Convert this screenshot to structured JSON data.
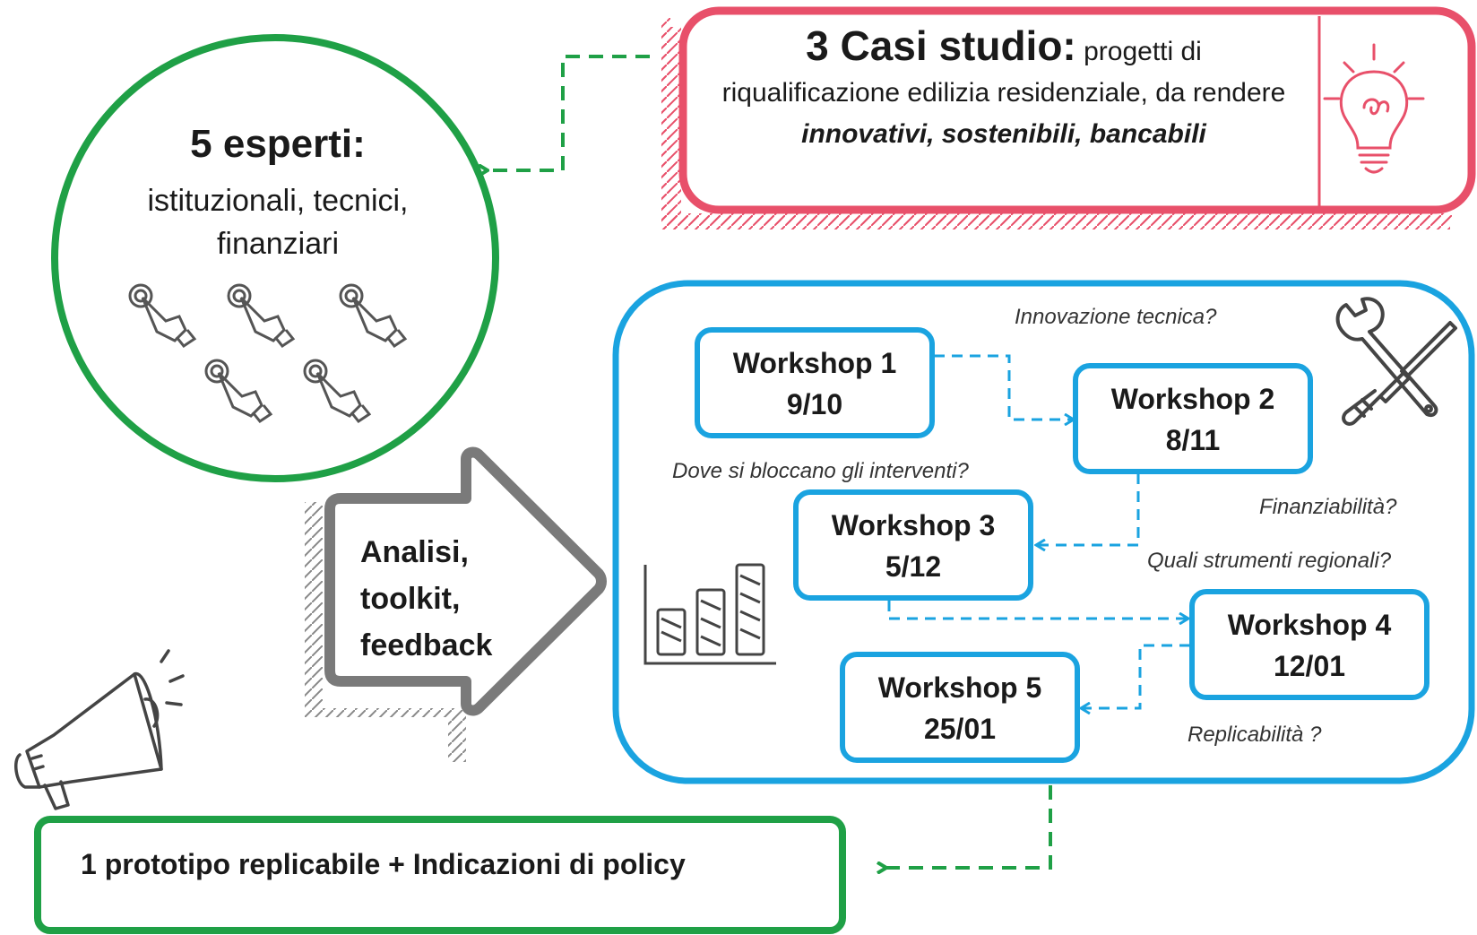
{
  "experts": {
    "title": "5 esperti:",
    "description": "istituzionali, tecnici, finanziari",
    "icon": "finger-tap-icon",
    "icon_count": 5,
    "color": "#1fa046"
  },
  "case_studies": {
    "count_label": "3 Casi studio:",
    "text_part1": "progetti di riqualificazione edilizia residenziale, da rendere",
    "emphasis": "innovativi, sostenibili, bancabili",
    "icon": "lightbulb-icon",
    "color": "#e8506a"
  },
  "workshops": {
    "color": "#1aa3e0",
    "items": [
      {
        "name": "Workshop 1",
        "date": "9/10"
      },
      {
        "name": "Workshop 2",
        "date": "8/11"
      },
      {
        "name": "Workshop 3",
        "date": "5/12"
      },
      {
        "name": "Workshop 4",
        "date": "12/01"
      },
      {
        "name": "Workshop 5",
        "date": "25/01"
      }
    ],
    "questions": [
      "Innovazione tecnica?",
      "Dove si bloccano gli interventi?",
      "Finanziabilità?",
      "Quali strumenti regionali?",
      "Replicabilità ?"
    ],
    "icons": [
      "tools-icon",
      "bar-chart-icon"
    ]
  },
  "analysis": {
    "lines": [
      "Analisi,",
      "toolkit,",
      "feedback"
    ],
    "color": "#7a7a7a"
  },
  "output": {
    "text": "1 prototipo replicabile + Indicazioni di policy",
    "icon": "megaphone-icon",
    "color": "#1fa046"
  }
}
